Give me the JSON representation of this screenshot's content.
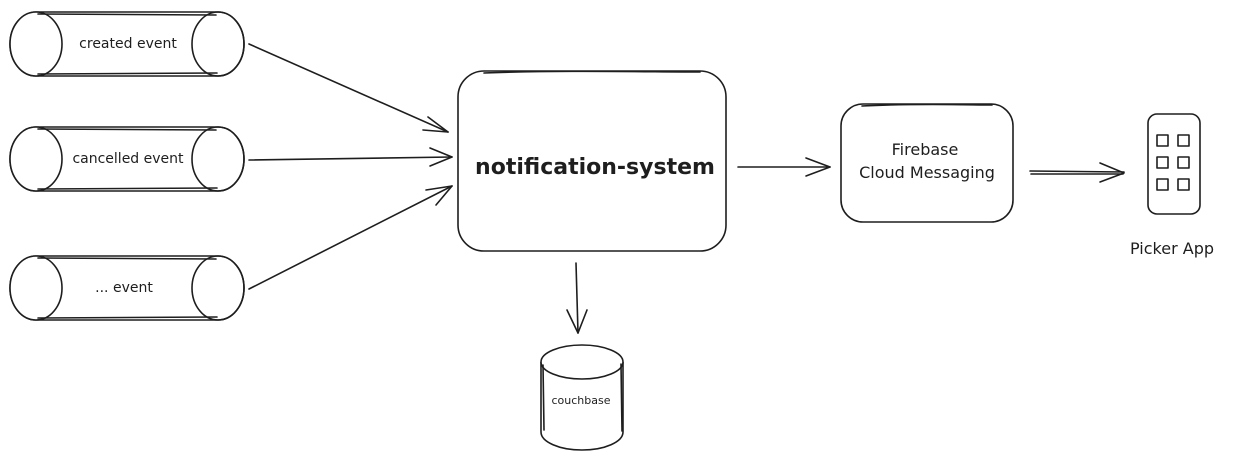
{
  "queues": [
    {
      "label": "created event"
    },
    {
      "label": "cancelled event"
    },
    {
      "label": "... event"
    }
  ],
  "service": {
    "label": "notification-system"
  },
  "database": {
    "label": "couchbase"
  },
  "fcm": {
    "line1": "Firebase",
    "line2": "Cloud Messaging"
  },
  "device": {
    "label": "Picker App",
    "icon": "mobile-phone-icon"
  },
  "colors": {
    "stroke": "#1e1e1e",
    "background": "#ffffff"
  }
}
